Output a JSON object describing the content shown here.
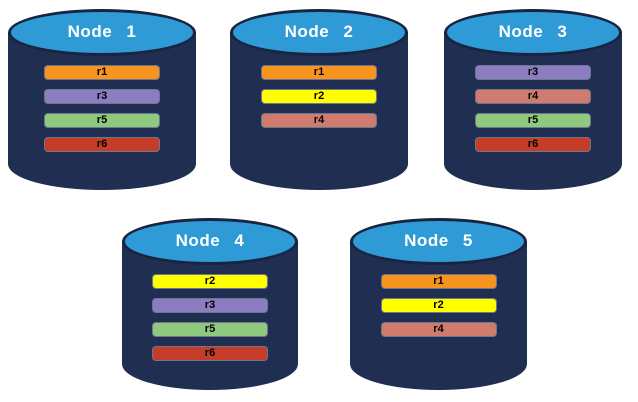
{
  "diagram": {
    "type": "database-replication-diagram",
    "palette": {
      "background": "#FFFFFF",
      "cylinder_body": "#202E52",
      "cylinder_top_fill": "#2E9BD6",
      "cylinder_top_border": "#182440",
      "title_text": "#FFFFFF",
      "bar_text": "#000000"
    },
    "replica_colors": {
      "r1": "#F7941E",
      "r2": "#FFFF00",
      "r3": "#8C7CC2",
      "r4": "#CF7B6D",
      "r5": "#8FC97E",
      "r6": "#C53C28"
    },
    "nodes": [
      {
        "title": "Node 1",
        "bars": [
          "r1",
          "r3",
          "r5",
          "r6"
        ]
      },
      {
        "title": "Node 2",
        "bars": [
          "r1",
          "r2",
          "r4"
        ]
      },
      {
        "title": "Node 3",
        "bars": [
          "r3",
          "r4",
          "r5",
          "r6"
        ]
      },
      {
        "title": "Node 4",
        "bars": [
          "r2",
          "r3",
          "r5",
          "r6"
        ]
      },
      {
        "title": "Node 5",
        "bars": [
          "r1",
          "r2",
          "r4"
        ]
      }
    ]
  }
}
